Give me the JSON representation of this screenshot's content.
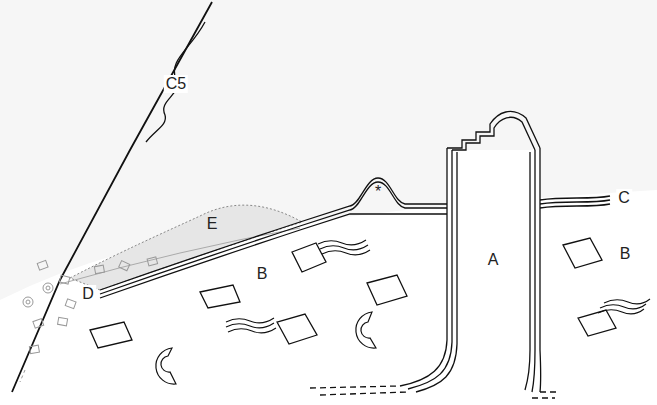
{
  "diagram": {
    "labels": [
      "C5",
      "E",
      "*",
      "C",
      "A",
      "B",
      "B",
      "D"
    ]
  }
}
